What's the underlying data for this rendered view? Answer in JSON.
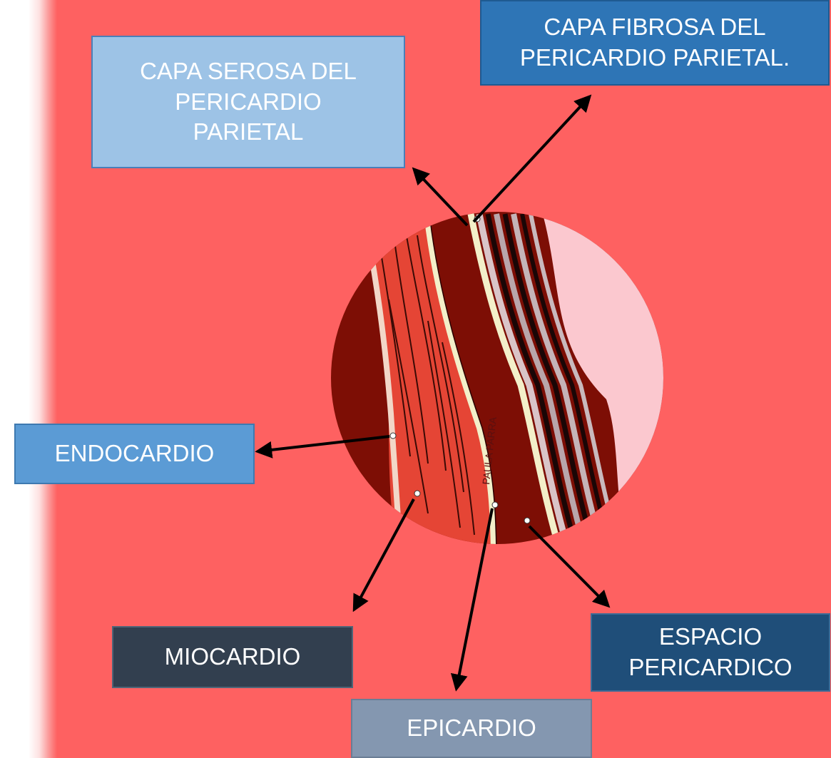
{
  "labels": {
    "serosa": "CAPA SEROSA DEL\nPERICARDIO\nPARIETAL",
    "fibrosa": "CAPA FIBROSA DEL\nPERICARDIO PARIETAL.",
    "endocardio": "ENDOCARDIO",
    "miocardio": "MIOCARDIO",
    "espacio": "ESPACIO\nPERICARDICO",
    "epicardio": "EPICARDIO"
  },
  "signature": "PAULA PARRA",
  "colors": {
    "background": "#fe6161",
    "circle_outer": "#7d0e05",
    "myocardium": "#e54535",
    "pericardium_light": "#fbc8cf",
    "serosa_box": "#9dc3e6",
    "fibrosa_box": "#2e75b6",
    "endocardio_box": "#5b9bd5",
    "miocardio_box": "#323f4f",
    "espacio_box": "#1f4e79",
    "epicardio_box": "#8497b0"
  }
}
